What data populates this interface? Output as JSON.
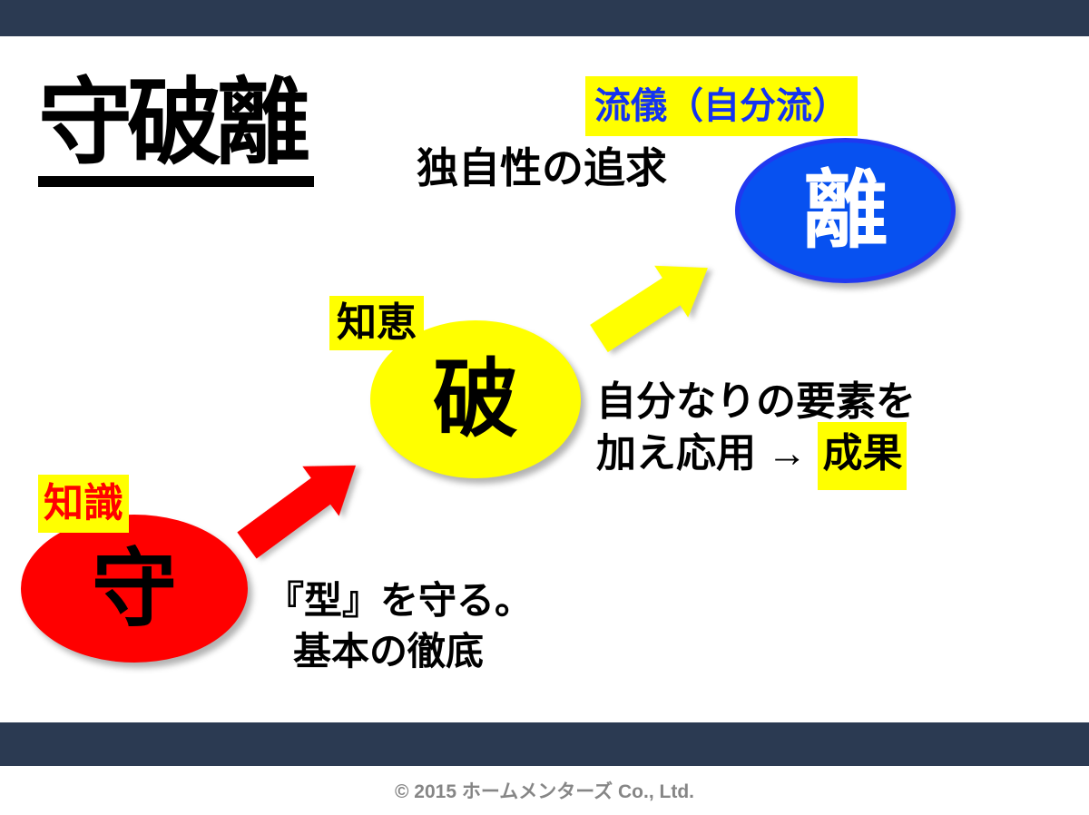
{
  "header": {
    "title": "守破離",
    "subtitle": "独自性の追求"
  },
  "stages": {
    "shu": {
      "tag": "知識",
      "char": "守",
      "desc_line1": "『型』を守る。",
      "desc_line2": "基本の徹底"
    },
    "ha": {
      "tag": "知恵",
      "char": "破",
      "desc_line1": "自分なりの要素を",
      "desc_line2_prefix": "加え応用 → ",
      "desc_line2_highlight": "成果"
    },
    "ri": {
      "tag": "流儀（自分流）",
      "char": "離"
    }
  },
  "icons": {
    "arrow_shu_to_ha": "up-right-block-arrow",
    "arrow_ha_to_ri": "up-right-block-arrow"
  },
  "colors": {
    "bar_navy": "#2b3a52",
    "stage_shu_red": "#ff0000",
    "stage_ha_yellow": "#ffff00",
    "stage_ri_blue_fill": "#0751f0",
    "stage_ri_blue_border": "#2038f0",
    "ryugi_text_blue": "#1433f0",
    "highlight_yellow": "#ffff00",
    "footer_gray": "#868686"
  },
  "footer": {
    "copyright": "© 2015 ホームメンターズ  Co., Ltd."
  }
}
